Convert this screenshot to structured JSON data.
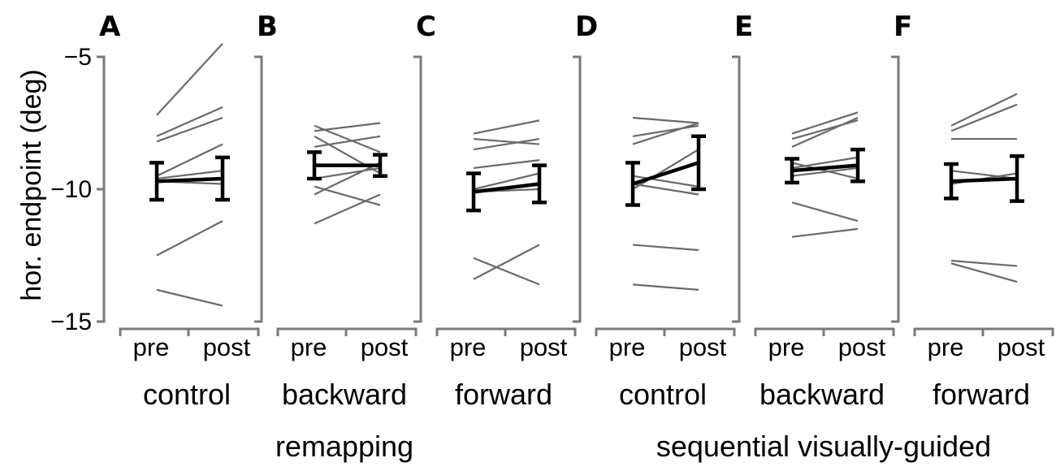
{
  "chart_data": {
    "type": "line",
    "ylabel": "hor. endpoint (deg)",
    "ylim": [
      -15,
      -5
    ],
    "yticks": [
      -5,
      -10,
      -15
    ],
    "ytick_labels": [
      "−5",
      "−10",
      "−15"
    ],
    "x_categories": [
      "pre",
      "post"
    ],
    "groups": [
      {
        "label": "remapping",
        "panels": [
          "A",
          "B",
          "C"
        ]
      },
      {
        "label": "sequential visually-guided",
        "panels": [
          "D",
          "E",
          "F"
        ]
      }
    ],
    "panels": [
      {
        "letter": "A",
        "condition": "control",
        "subjects": [
          [
            -7.2,
            -4.5
          ],
          [
            -8.0,
            -6.9
          ],
          [
            -8.2,
            -7.3
          ],
          [
            -9.5,
            -8.3
          ],
          [
            -9.6,
            -9.3
          ],
          [
            -9.7,
            -9.8
          ],
          [
            -12.5,
            -11.2
          ],
          [
            -13.8,
            -14.4
          ]
        ],
        "mean": [
          -9.7,
          -9.6
        ],
        "err": [
          0.7,
          0.8
        ]
      },
      {
        "letter": "B",
        "condition": "backward",
        "subjects": [
          [
            -7.6,
            -8.6
          ],
          [
            -7.8,
            -7.5
          ],
          [
            -8.0,
            -9.4
          ],
          [
            -8.4,
            -8.0
          ],
          [
            -9.6,
            -9.2
          ],
          [
            -9.9,
            -10.6
          ],
          [
            -10.2,
            -9.0
          ],
          [
            -11.3,
            -10.2
          ]
        ],
        "mean": [
          -9.1,
          -9.1
        ],
        "err": [
          0.5,
          0.4
        ]
      },
      {
        "letter": "C",
        "condition": "forward",
        "subjects": [
          [
            -7.9,
            -7.4
          ],
          [
            -8.1,
            -8.3
          ],
          [
            -8.5,
            -8.1
          ],
          [
            -9.2,
            -8.9
          ],
          [
            -10.0,
            -9.4
          ],
          [
            -10.1,
            -10.0
          ],
          [
            -12.6,
            -13.6
          ],
          [
            -13.4,
            -12.1
          ]
        ],
        "mean": [
          -10.1,
          -9.8
        ],
        "err": [
          0.7,
          0.7
        ]
      },
      {
        "letter": "D",
        "condition": "control",
        "subjects": [
          [
            -7.3,
            -7.5
          ],
          [
            -8.0,
            -7.6
          ],
          [
            -8.3,
            -7.5
          ],
          [
            -9.5,
            -9.9
          ],
          [
            -9.8,
            -10.2
          ],
          [
            -10.0,
            -8.5
          ],
          [
            -12.1,
            -12.3
          ],
          [
            -13.6,
            -13.8
          ]
        ],
        "mean": [
          -9.8,
          -9.0
        ],
        "err": [
          0.8,
          1.0
        ]
      },
      {
        "letter": "E",
        "condition": "backward",
        "subjects": [
          [
            -7.9,
            -7.1
          ],
          [
            -8.1,
            -7.4
          ],
          [
            -8.4,
            -7.3
          ],
          [
            -9.0,
            -9.6
          ],
          [
            -9.2,
            -8.8
          ],
          [
            -9.5,
            -9.2
          ],
          [
            -10.5,
            -11.2
          ],
          [
            -11.8,
            -11.5
          ]
        ],
        "mean": [
          -9.3,
          -9.1
        ],
        "err": [
          0.45,
          0.6
        ]
      },
      {
        "letter": "F",
        "condition": "forward",
        "subjects": [
          [
            -7.6,
            -6.4
          ],
          [
            -7.8,
            -6.8
          ],
          [
            -8.1,
            -8.1
          ],
          [
            -9.3,
            -9.6
          ],
          [
            -9.8,
            -9.4
          ],
          [
            -12.7,
            -12.9
          ],
          [
            -12.8,
            -13.5
          ]
        ],
        "mean": [
          -9.7,
          -9.6
        ],
        "err": [
          0.65,
          0.85
        ]
      }
    ]
  }
}
